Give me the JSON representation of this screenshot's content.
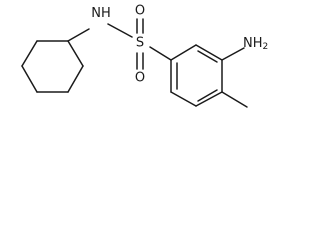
{
  "molecule": {
    "atoms": {
      "amine_n": "N",
      "amine_h": "H",
      "sulfur": "S",
      "oxygen_top": "O",
      "oxygen_bottom": "O",
      "amino_group": "NH",
      "amino_subscript": "2"
    }
  }
}
